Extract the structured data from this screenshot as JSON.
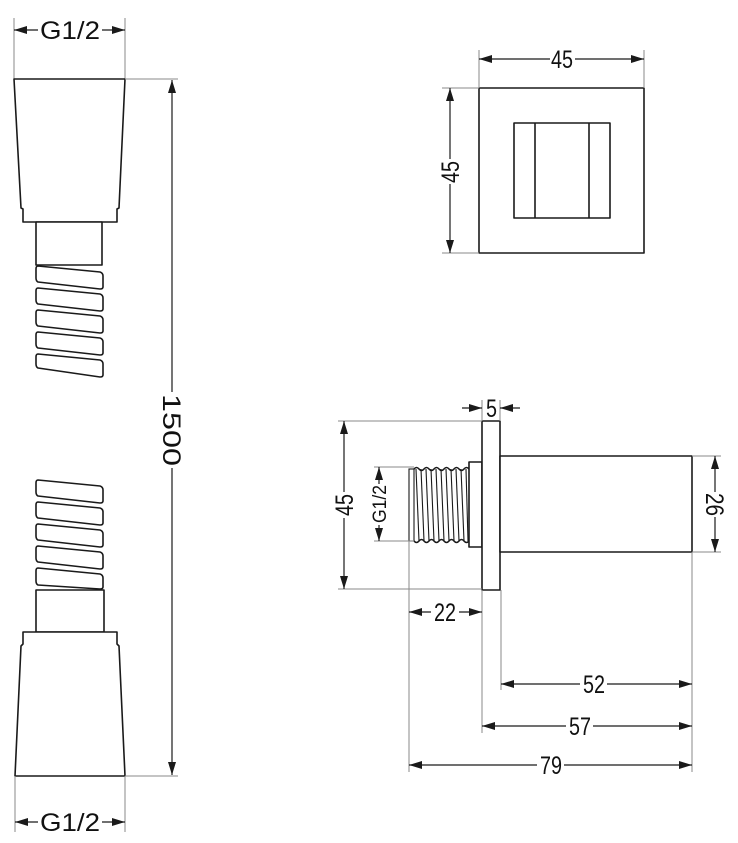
{
  "drawing": {
    "hose": {
      "top_thread_label": "G1/2",
      "bottom_thread_label": "G1/2",
      "length_label": "1500"
    },
    "front_view": {
      "width_label": "45",
      "height_label": "45"
    },
    "side_view": {
      "flange_thickness_label": "5",
      "flange_height_label": "45",
      "thread_label": "G1/2",
      "body_diameter_label": "26",
      "thread_length_label": "22",
      "body_length_label": "52",
      "length_from_wall_label": "57",
      "total_length_label": "79"
    }
  },
  "colors": {
    "background": "#ffffff",
    "line": "#1a1a1a",
    "extension_line": "#8a8a8a",
    "text": "#111111"
  }
}
